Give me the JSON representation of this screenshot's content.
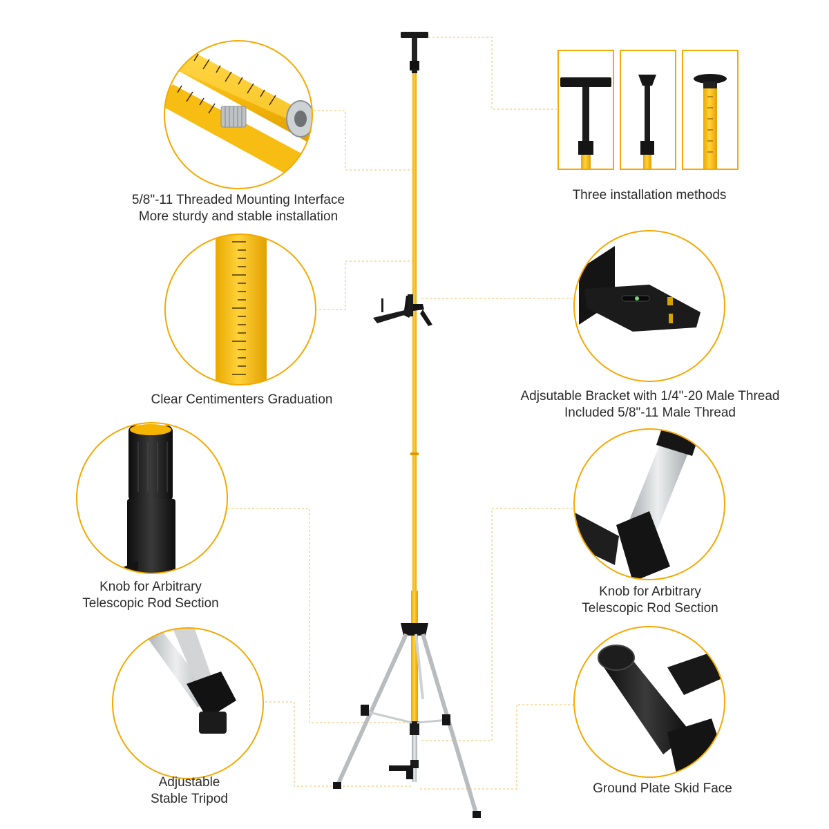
{
  "colors": {
    "accent": "#f5a800",
    "rod_yellow": "#f6c21c",
    "rod_dark": "#e3a500",
    "tripod_silver": "#c4c7ca",
    "black": "#151515",
    "leader_line": "#f0bf55"
  },
  "callouts": {
    "threaded_interface": {
      "line1": "5/8\"-11 Threaded Mounting Interface",
      "line2": "More sturdy and stable installation",
      "icon": "threaded-rod-end-icon"
    },
    "graduation": {
      "line1": "Clear Centimenters Graduation",
      "icon": "graduated-rod-icon"
    },
    "knob_left": {
      "line1": "Knob for Arbitrary",
      "line2": "Telescopic Rod Section",
      "icon": "rod-knob-icon"
    },
    "tripod": {
      "line1": "Adjustable",
      "line2": "Stable Tripod",
      "icon": "tripod-leg-icon"
    },
    "installation": {
      "line1": "Three installation methods",
      "icon": "mount-head-icon"
    },
    "bracket": {
      "line1": "Adjsutable Bracket with 1/4\"-20 Male Thread",
      "line2": "Included 5/8\"-11 Male Thread",
      "icon": "bracket-icon"
    },
    "knob_right": {
      "line1": "Knob for Arbitrary",
      "line2": "Telescopic Rod Section",
      "icon": "telescopic-knob-icon"
    },
    "ground_plate": {
      "line1": "Ground Plate Skid Face",
      "icon": "ground-plate-icon"
    }
  }
}
